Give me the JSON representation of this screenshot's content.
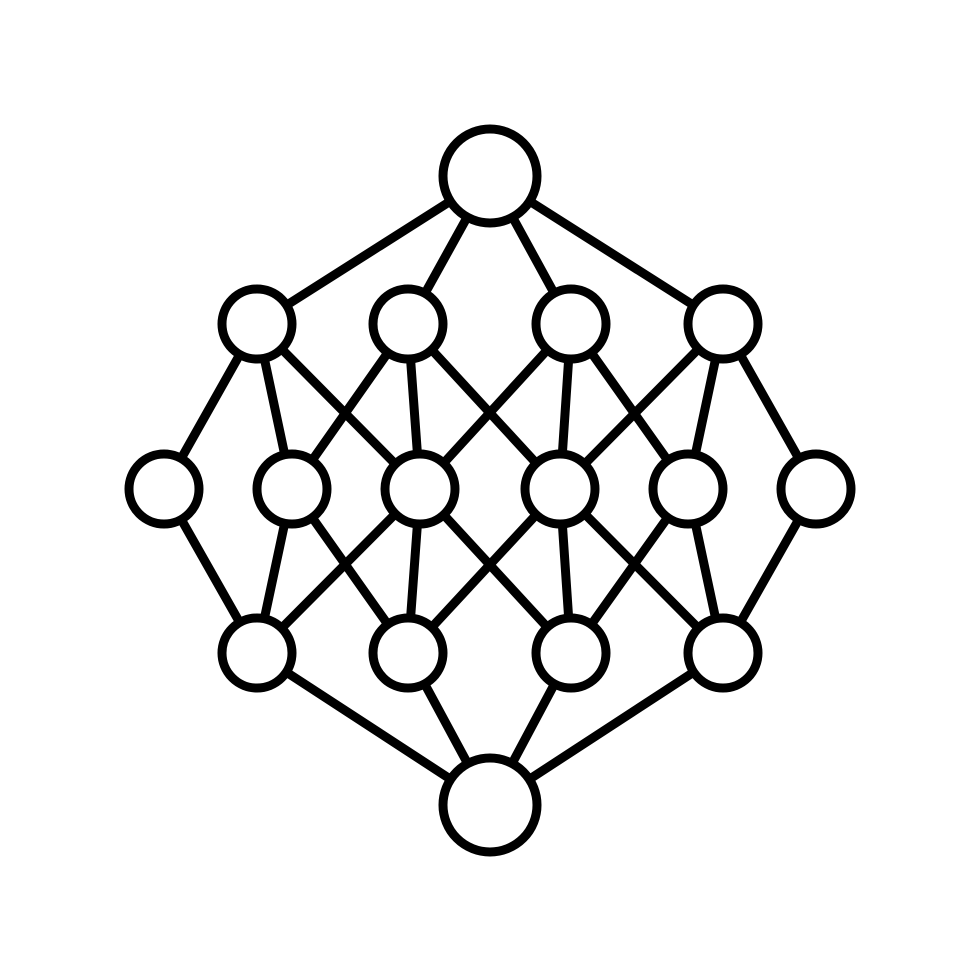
{
  "image": {
    "icon": "neural-network-icon",
    "background_color": "#ffffff",
    "stroke_color": "#000000",
    "node_fill": "#ffffff"
  },
  "nodes": [
    {
      "id": "top",
      "layer": "top"
    },
    {
      "id": "r1a",
      "layer": "upper"
    },
    {
      "id": "r1b",
      "layer": "upper"
    },
    {
      "id": "r1c",
      "layer": "upper"
    },
    {
      "id": "r1d",
      "layer": "upper"
    },
    {
      "id": "r2a",
      "layer": "middle"
    },
    {
      "id": "r2b",
      "layer": "middle"
    },
    {
      "id": "r2c",
      "layer": "middle"
    },
    {
      "id": "r2d",
      "layer": "middle"
    },
    {
      "id": "r2e",
      "layer": "middle"
    },
    {
      "id": "r2f",
      "layer": "middle"
    },
    {
      "id": "r3a",
      "layer": "lower"
    },
    {
      "id": "r3b",
      "layer": "lower"
    },
    {
      "id": "r3c",
      "layer": "lower"
    },
    {
      "id": "r3d",
      "layer": "lower"
    },
    {
      "id": "bottom",
      "layer": "bottom"
    }
  ],
  "edges": [
    [
      "top",
      "r1a"
    ],
    [
      "top",
      "r1b"
    ],
    [
      "top",
      "r1c"
    ],
    [
      "top",
      "r1d"
    ],
    [
      "r1a",
      "r2a"
    ],
    [
      "r1a",
      "r2b"
    ],
    [
      "r1a",
      "r2c"
    ],
    [
      "r1b",
      "r2b"
    ],
    [
      "r1b",
      "r2c"
    ],
    [
      "r1b",
      "r2d"
    ],
    [
      "r1c",
      "r2c"
    ],
    [
      "r1c",
      "r2d"
    ],
    [
      "r1c",
      "r2e"
    ],
    [
      "r1d",
      "r2d"
    ],
    [
      "r1d",
      "r2e"
    ],
    [
      "r1d",
      "r2f"
    ],
    [
      "r2a",
      "r3a"
    ],
    [
      "r2b",
      "r3a"
    ],
    [
      "r2b",
      "r3b"
    ],
    [
      "r2c",
      "r3a"
    ],
    [
      "r2c",
      "r3b"
    ],
    [
      "r2c",
      "r3c"
    ],
    [
      "r2d",
      "r3b"
    ],
    [
      "r2d",
      "r3c"
    ],
    [
      "r2d",
      "r3d"
    ],
    [
      "r2e",
      "r3c"
    ],
    [
      "r2e",
      "r3d"
    ],
    [
      "r2f",
      "r3d"
    ],
    [
      "r3a",
      "bottom"
    ],
    [
      "r3b",
      "bottom"
    ],
    [
      "r3c",
      "bottom"
    ],
    [
      "r3d",
      "bottom"
    ]
  ]
}
